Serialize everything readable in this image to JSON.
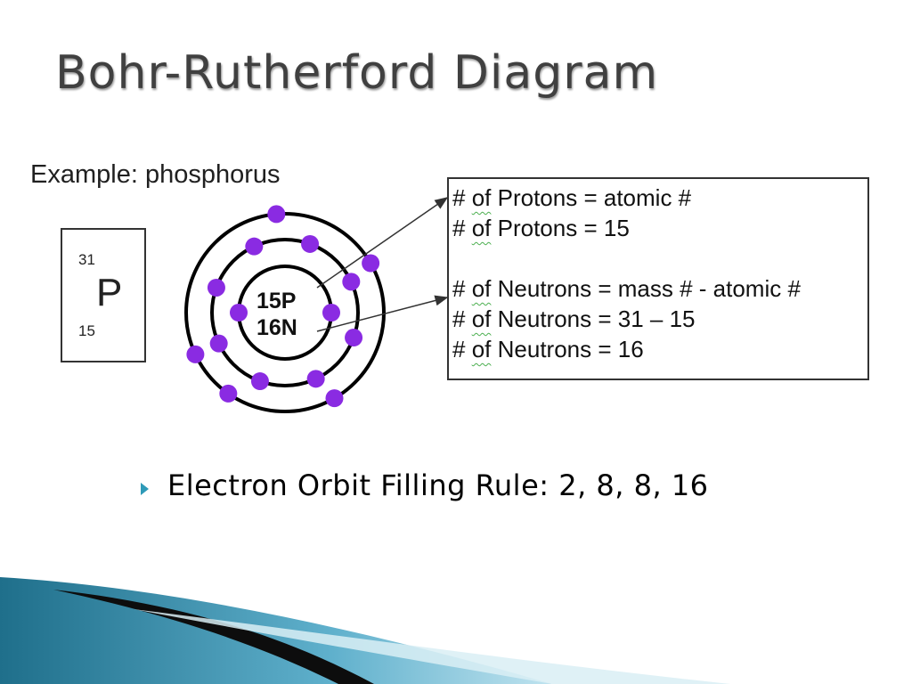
{
  "slide": {
    "title": "Bohr-Rutherford Diagram",
    "example_caption": "Example: phosphorus",
    "bullet_text": "Electron Orbit Filling Rule: 2, 8, 8, 16"
  },
  "element_card": {
    "mass_number": "31",
    "symbol": "P",
    "atomic_number": "15"
  },
  "nucleus": {
    "protons_label": "15P",
    "neutrons_label": "16N"
  },
  "shells": [
    {
      "shell": 1,
      "electrons": 2
    },
    {
      "shell": 2,
      "electrons": 8
    },
    {
      "shell": 3,
      "electrons": 5
    }
  ],
  "info_box": {
    "lines": [
      {
        "prefix": "#",
        "of": "of",
        "rest": "Protons = atomic #"
      },
      {
        "prefix": "#",
        "of": "of",
        "rest": "Protons = 15"
      },
      {
        "prefix": "#",
        "of": "of",
        "rest": "Neutrons = mass # - atomic #"
      },
      {
        "prefix": "#",
        "of": "of",
        "rest": "Neutrons = 31 – 15"
      },
      {
        "prefix": "#",
        "of": "of",
        "rest": "Neutrons = 16"
      }
    ]
  },
  "colors": {
    "electron": "#8a2be2",
    "bullet": "#2e9ab8",
    "footer_dark": "#1f6f8b",
    "footer_light": "#7fc4dc"
  }
}
